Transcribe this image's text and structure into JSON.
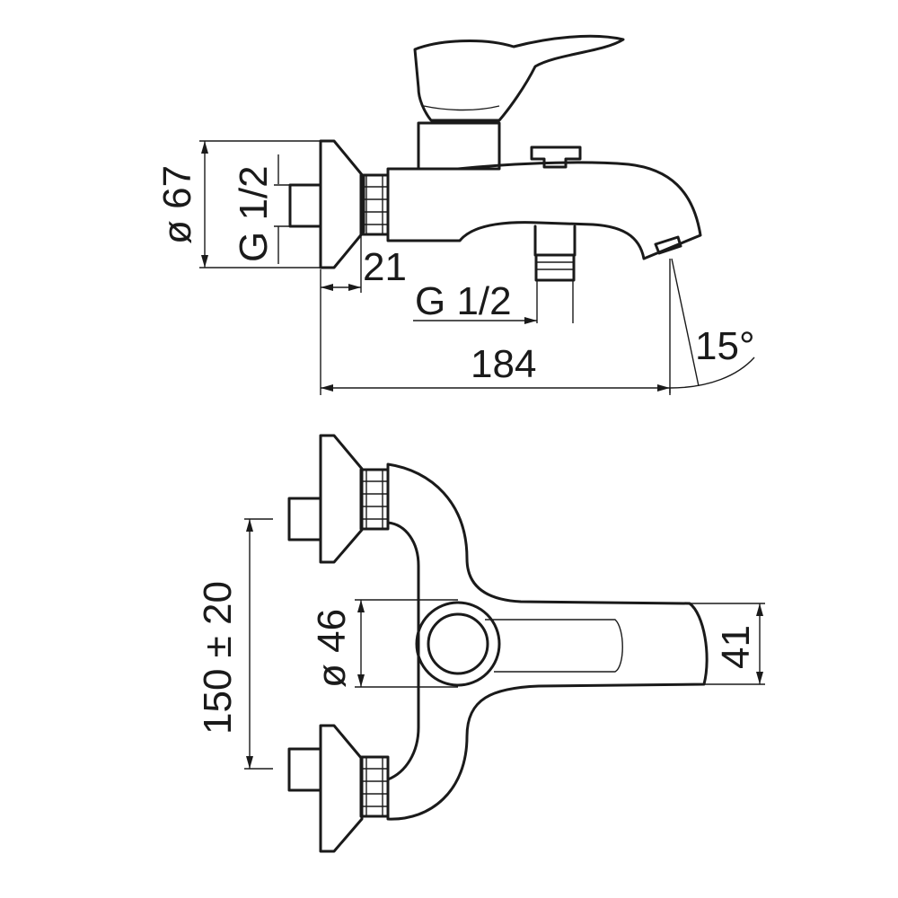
{
  "side_view": {
    "dim_flange_diameter": "ø 67",
    "dim_inlet_thread": "G 1/2",
    "dim_nut_width": "21",
    "dim_outlet_thread": "G 1/2",
    "dim_projection": "184",
    "dim_spout_angle": "15°"
  },
  "top_view": {
    "dim_inlet_spacing": "150 ± 20",
    "dim_body_diameter": "ø 46",
    "dim_spout_width": "41"
  },
  "colors": {
    "stroke": "#1a1a1a",
    "background": "#ffffff"
  }
}
